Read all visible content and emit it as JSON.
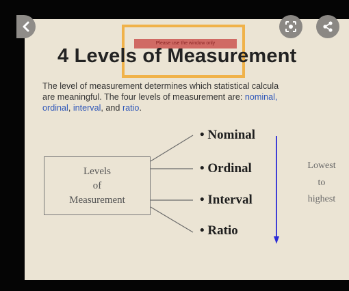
{
  "viewer": {
    "back_icon": "chevron-left-icon",
    "lens_icon": "lens-icon",
    "share_icon": "share-icon"
  },
  "overlay": {
    "label": "Please use the window only",
    "border_color": "#f0b24a"
  },
  "slide": {
    "title": "4 Levels of Measurement",
    "description": {
      "line1": "The level of measurement determines which statistical calcula",
      "line2_pre": "are meaningful.  The four levels of measurement are: ",
      "line2_hl": "nominal,",
      "line3_hl1": "ordinal",
      "line3_sep1": ", ",
      "line3_hl2": "interval",
      "line3_sep2": ", and ",
      "line3_hl3": "ratio",
      "line3_end": "."
    },
    "highlight_color": "#2f57b9",
    "box_label": [
      "Levels",
      "of",
      "Measurement"
    ],
    "levels": [
      "Nominal",
      "Ordinal",
      "Interval",
      "Ratio"
    ],
    "range_label": [
      "Lowest",
      "to",
      "highest"
    ],
    "arrow_color": "#2b2bd6"
  }
}
